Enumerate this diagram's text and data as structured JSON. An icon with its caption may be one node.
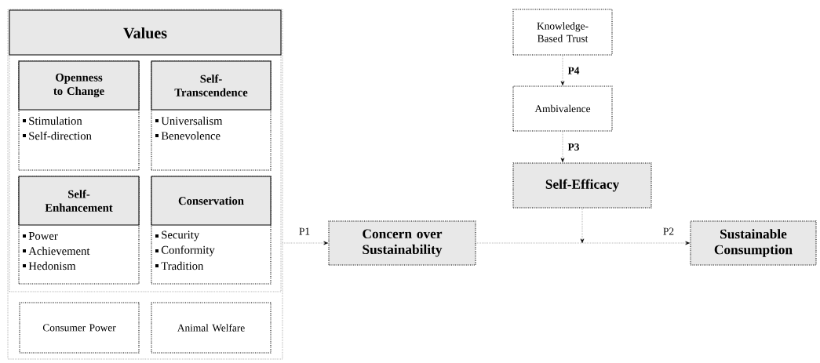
{
  "diagram": {
    "nodes": [
      {
        "text": [],
        "shape": "box"
      },
      {
        "text": [
          "Values"
        ],
        "in": 0
      },
      {
        "text": [
          "Openness to Change",
          "Stimulation",
          "Self-direction"
        ],
        "in": 1
      },
      {
        "text": [
          "Self-Transcendence",
          "Universalism",
          "Benevolence"
        ],
        "in": 1
      },
      {
        "text": [
          "Self-Enhancement",
          "Power",
          "Achievement",
          "Hedonism"
        ],
        "in": 1
      },
      {
        "text": [
          "Conservation",
          "Security",
          "Conformity",
          "Tradition"
        ],
        "in": 1
      },
      {
        "text": [
          "Consumer Power"
        ],
        "in": 0
      },
      {
        "text": [
          "Animal Welfare"
        ],
        "in": 0
      },
      {
        "text": [
          "Concern over Sustainability"
        ]
      },
      {
        "text": [
          "Knowledge-Based Trust"
        ]
      },
      {
        "text": [
          "Ambivalence"
        ]
      },
      {
        "text": [
          "Self-Efficacy"
        ]
      },
      {
        "text": [
          "Sustainable Consumption"
        ]
      }
    ],
    "edges": [
      {
        "from": 0,
        "to": 8,
        "arrow": "to",
        "label": "P1"
      },
      {
        "from": 8,
        "to": 12,
        "arrow": "to",
        "label": "P2"
      },
      {
        "from": 9,
        "to": 10,
        "arrow": "to",
        "label": "P4"
      },
      {
        "from": 10,
        "to": 11,
        "arrow": "to",
        "label": "P3"
      },
      {
        "from": 11,
        "to": null,
        "arrow": "to"
      }
    ]
  }
}
